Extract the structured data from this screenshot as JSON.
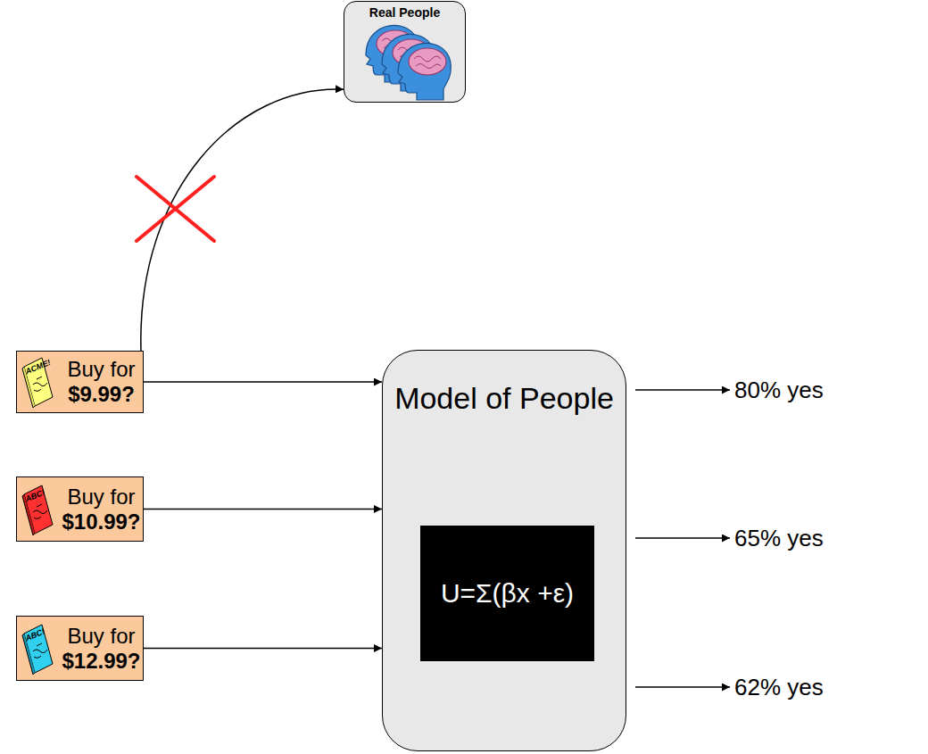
{
  "diagram": {
    "nodes": [
      {
        "text": [
          "Real People"
        ]
      },
      {
        "text": [
          "Buy for $9.99?"
        ]
      },
      {
        "text": [
          "Model of People"
        ]
      },
      {
        "text": [
          "U=Σ(βx +ε)"
        ],
        "in": 2
      },
      {
        "text": [
          "Buy for $10.99?"
        ]
      },
      {
        "text": [
          "Buy for $12.99?"
        ]
      }
    ],
    "edges": [
      {
        "from": 1,
        "to": 0,
        "arrow": "to"
      },
      {
        "from": 1,
        "to": 2,
        "arrow": "to"
      },
      {
        "from": 4,
        "to": 2,
        "arrow": "to"
      },
      {
        "from": 5,
        "to": 2,
        "arrow": "to"
      }
    ],
    "labels": [
      "ACME!",
      "ABC!",
      "ABC!",
      "80% yes",
      "65% yes",
      "62% yes"
    ]
  }
}
